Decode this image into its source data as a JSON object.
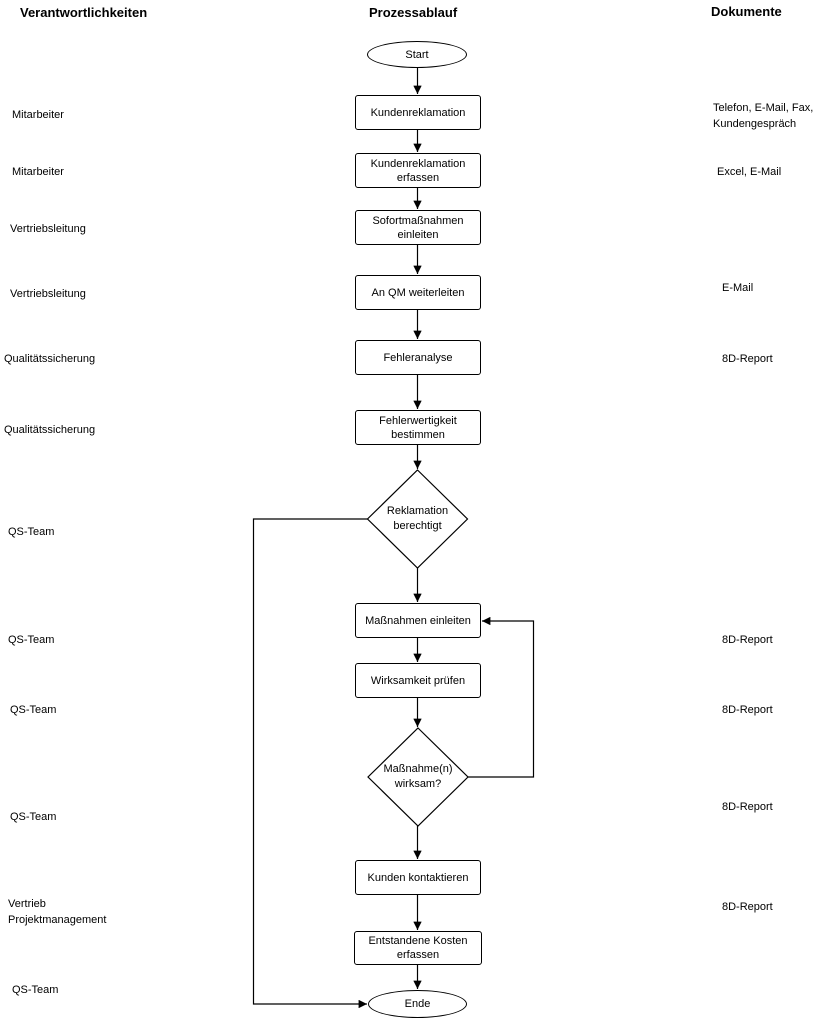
{
  "headers": {
    "responsibilities": "Verantwortlichkeiten",
    "process": "Prozessablauf",
    "documents": "Dokumente"
  },
  "flow": {
    "start_label": "Start",
    "end_label": "Ende",
    "nodes": [
      {
        "label": "Kundenreklamation"
      },
      {
        "label": "Kundenreklamation erfassen"
      },
      {
        "label": "Sofortmaßnahmen einleiten"
      },
      {
        "label": "An QM weiterleiten"
      },
      {
        "label": "Fehleranalyse"
      },
      {
        "label": "Fehlerwertigkeit bestimmen"
      },
      {
        "label": "Maßnahmen einleiten"
      },
      {
        "label": "Wirksamkeit prüfen"
      },
      {
        "label": "Kunden kontaktieren"
      },
      {
        "label": "Entstandene Kosten erfassen"
      }
    ],
    "decisions": [
      {
        "label": "Reklamation berechtigt"
      },
      {
        "label": "Maßnahme(n) wirksam?"
      }
    ]
  },
  "responsibilities": [
    {
      "text": "Mitarbeiter"
    },
    {
      "text": "Mitarbeiter"
    },
    {
      "text": "Vertriebsleitung"
    },
    {
      "text": "Vertriebsleitung"
    },
    {
      "text": "Qualitätssicherung"
    },
    {
      "text": "Qualitätssicherung"
    },
    {
      "text": "QS-Team"
    },
    {
      "text": "QS-Team"
    },
    {
      "text": "QS-Team"
    },
    {
      "text": "QS-Team"
    },
    {
      "text": "Vertrieb\nProjektmanagement"
    },
    {
      "text": "QS-Team"
    }
  ],
  "documents": [
    {
      "text": "Telefon, E-Mail, Fax,\nKundengespräch"
    },
    {
      "text": "Excel, E-Mail"
    },
    {
      "text": "E-Mail"
    },
    {
      "text": "8D-Report"
    },
    {
      "text": "8D-Report"
    },
    {
      "text": "8D-Report"
    },
    {
      "text": "8D-Report"
    },
    {
      "text": "8D-Report"
    }
  ],
  "colors": {
    "stroke": "#000000",
    "text": "#000000",
    "background": "#ffffff"
  }
}
